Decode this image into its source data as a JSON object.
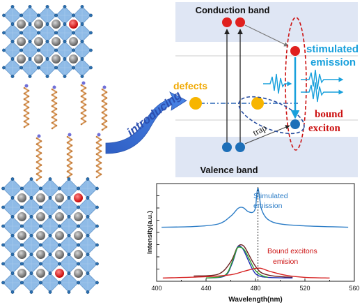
{
  "band_diagram": {
    "conduction_band": "Conduction band",
    "valence_band": "Valence band",
    "defects": "defects",
    "introducing": "introducing",
    "stimulated_emission_line1": "stimulated",
    "stimulated_emission_line2": "emission",
    "bound_exciton_line1": "bound",
    "bound_exciton_line2": "exciton",
    "trap": "trap"
  },
  "colors": {
    "band_fill": "#dfe6f4",
    "electron_red": "#e0201e",
    "hole_blue": "#1d6fb8",
    "defect_yellow": "#f7b500",
    "accent_cyan": "#18a0dc",
    "accent_red": "#cc1111",
    "octahedron_blue": "#8ab8e6",
    "chain_orange": "#d89a5e"
  },
  "chart_data": {
    "type": "line",
    "title": "",
    "xlabel": "Wavelength(nm)",
    "ylabel": "Intensity(a.u.)",
    "xlim": [
      400,
      560
    ],
    "x_ticks": [
      400,
      440,
      480,
      520,
      560
    ],
    "annotations": [
      "Stimulated emission",
      "Bound excitons emision"
    ],
    "vertical_line_x": 482,
    "series": [
      {
        "color": "#2b7cc6",
        "values": [
          [
            404,
            0.78
          ],
          [
            430,
            0.79
          ],
          [
            450,
            0.83
          ],
          [
            460,
            0.95
          ],
          [
            466,
            1.07
          ],
          [
            470,
            1.08
          ],
          [
            474,
            1.02
          ],
          [
            478,
            1.01
          ],
          [
            480,
            1.08
          ],
          [
            481,
            1.28
          ],
          [
            482,
            1.38
          ],
          [
            483,
            1.28
          ],
          [
            485,
            1.05
          ],
          [
            490,
            0.9
          ],
          [
            500,
            0.83
          ],
          [
            520,
            0.8
          ],
          [
            555,
            0.78
          ]
        ]
      },
      {
        "color": "#6b1f1f",
        "values": [
          [
            430,
            0.03
          ],
          [
            450,
            0.06
          ],
          [
            460,
            0.25
          ],
          [
            465,
            0.46
          ],
          [
            468,
            0.51
          ],
          [
            471,
            0.48
          ],
          [
            474,
            0.38
          ],
          [
            478,
            0.24
          ],
          [
            482,
            0.13
          ],
          [
            486,
            0.07
          ],
          [
            495,
            0.03
          ],
          [
            510,
            0.01
          ]
        ]
      },
      {
        "color": "#1f2fb5",
        "values": [
          [
            440,
            0.0
          ],
          [
            455,
            0.03
          ],
          [
            461,
            0.22
          ],
          [
            465,
            0.45
          ],
          [
            467,
            0.49
          ],
          [
            470,
            0.44
          ],
          [
            474,
            0.28
          ],
          [
            478,
            0.12
          ],
          [
            482,
            0.04
          ],
          [
            490,
            0.01
          ],
          [
            510,
            0.0
          ]
        ]
      },
      {
        "color": "#2ea02e",
        "values": [
          [
            440,
            0.0
          ],
          [
            455,
            0.04
          ],
          [
            461,
            0.24
          ],
          [
            465,
            0.45
          ],
          [
            468,
            0.47
          ],
          [
            471,
            0.43
          ],
          [
            475,
            0.29
          ],
          [
            479,
            0.14
          ],
          [
            484,
            0.05
          ],
          [
            490,
            0.01
          ]
        ]
      },
      {
        "color": "#d62020",
        "values": [
          [
            405,
            0.0
          ],
          [
            440,
            0.02
          ],
          [
            460,
            0.05
          ],
          [
            470,
            0.1
          ],
          [
            478,
            0.14
          ],
          [
            484,
            0.15
          ],
          [
            492,
            0.1
          ],
          [
            505,
            0.04
          ],
          [
            520,
            0.01
          ],
          [
            540,
            0.0
          ]
        ]
      }
    ]
  },
  "chart_text": {
    "stim_line1": "Stimulated",
    "stim_line2": "emission",
    "bound_line1": "Bound excitons",
    "bound_line2": "emision"
  }
}
